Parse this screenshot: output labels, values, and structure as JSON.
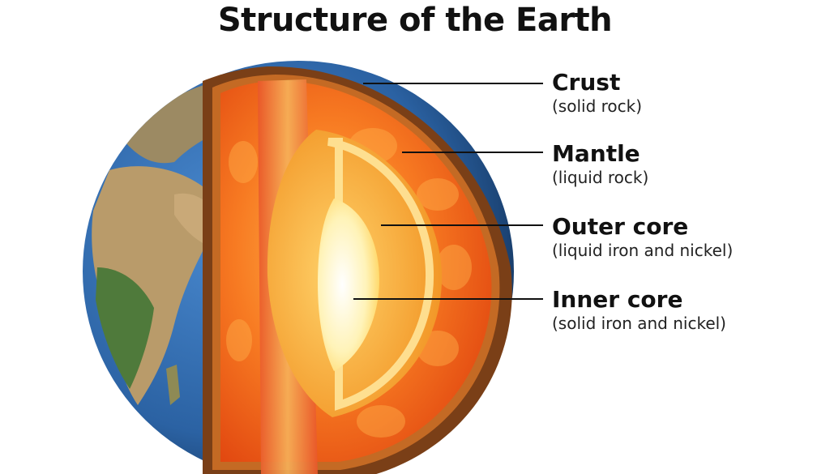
{
  "title": "Structure of the Earth",
  "layers": [
    {
      "name": "Crust",
      "description": "(solid rock)"
    },
    {
      "name": "Mantle",
      "description": "(liquid rock)"
    },
    {
      "name": "Outer core",
      "description": "(liquid iron and nickel)"
    },
    {
      "name": "Inner core",
      "description": "(solid iron and nickel)"
    }
  ],
  "colors": {
    "ocean": "#2f6fb3",
    "land": "#b89766",
    "crust": "#8a4a1c",
    "mantle": "#f2581a",
    "outer_core": "#f5a623",
    "inner_core": "#fff6c9",
    "leader_line": "#111111"
  }
}
